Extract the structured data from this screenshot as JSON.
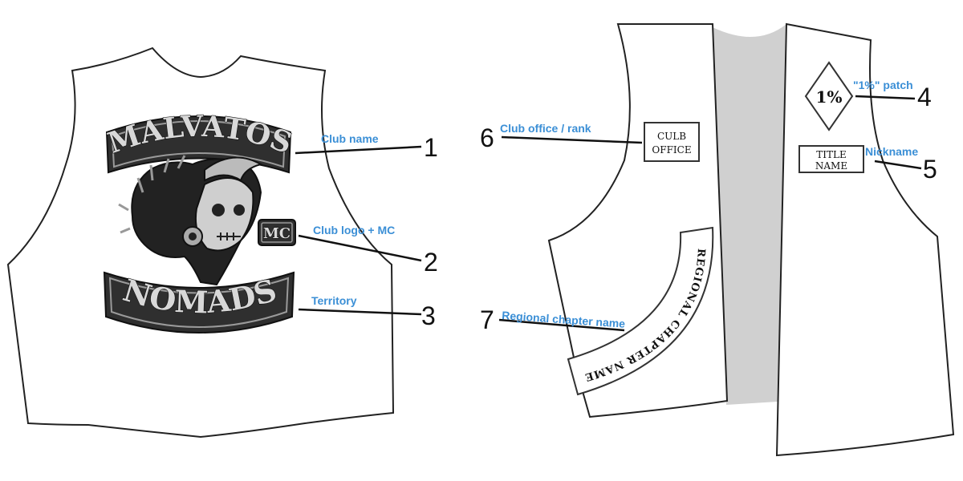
{
  "colors": {
    "label": "#3b8fd6",
    "rocker": "#2f2f2f",
    "lining": "#d0d0d0"
  },
  "back": {
    "top_rocker": "MALVATOS",
    "center_patch_mc": "MC",
    "bottom_rocker": "NOMADS"
  },
  "front": {
    "office_patch": [
      "CULB",
      "OFFICE"
    ],
    "diamond_patch": "1%",
    "name_patch": [
      "TITLE",
      "NAME"
    ],
    "regional_rocker": "REGIONAL CHAPTER NAME"
  },
  "callouts": [
    {
      "number": "1",
      "label": "Club name"
    },
    {
      "number": "2",
      "label": "Club logo + MC"
    },
    {
      "number": "3",
      "label": "Territory"
    },
    {
      "number": "4",
      "label": "\"1%\" patch"
    },
    {
      "number": "5",
      "label": "Nickname"
    },
    {
      "number": "6",
      "label": "Club office / rank"
    },
    {
      "number": "7",
      "label": "Regional chapter name"
    }
  ]
}
